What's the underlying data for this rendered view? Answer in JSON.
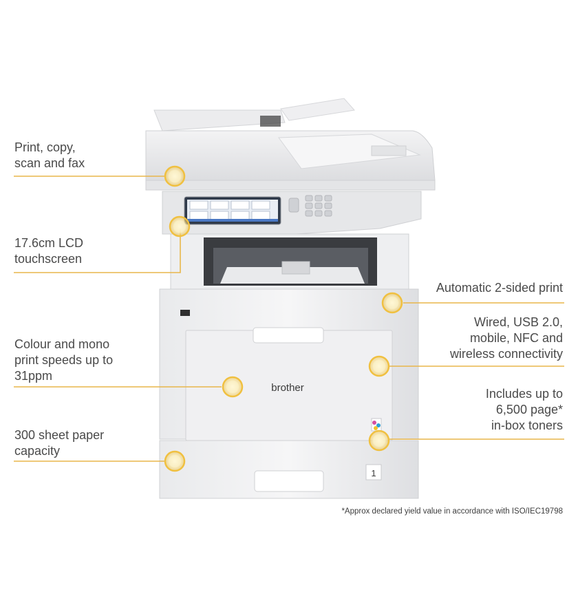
{
  "features": [
    {
      "id": "print-copy-scan-fax",
      "text": "Print, copy,\nscan and fax"
    },
    {
      "id": "lcd-touchscreen",
      "text": "17.6cm LCD\ntouchscreen"
    },
    {
      "id": "colour-mono-speed",
      "text": "Colour and mono\nprint speeds up to\n31ppm"
    },
    {
      "id": "paper-capacity",
      "text": "300 sheet paper\ncapacity"
    },
    {
      "id": "auto-2-sided",
      "text": "Automatic 2-sided print"
    },
    {
      "id": "connectivity",
      "text": "Wired, USB 2.0,\nmobile, NFC and\nwireless connectivity"
    },
    {
      "id": "in-box-toners",
      "text": "Includes up to\n6,500 page*\nin-box toners"
    }
  ],
  "product": {
    "brand": "brother",
    "tray_number": "1"
  },
  "footnote": "*Approx declared yield value in accordance with ISO/IEC19798",
  "colors": {
    "accent": "#f0c040",
    "line": "#e8b64a",
    "text": "#4a4a4a"
  }
}
